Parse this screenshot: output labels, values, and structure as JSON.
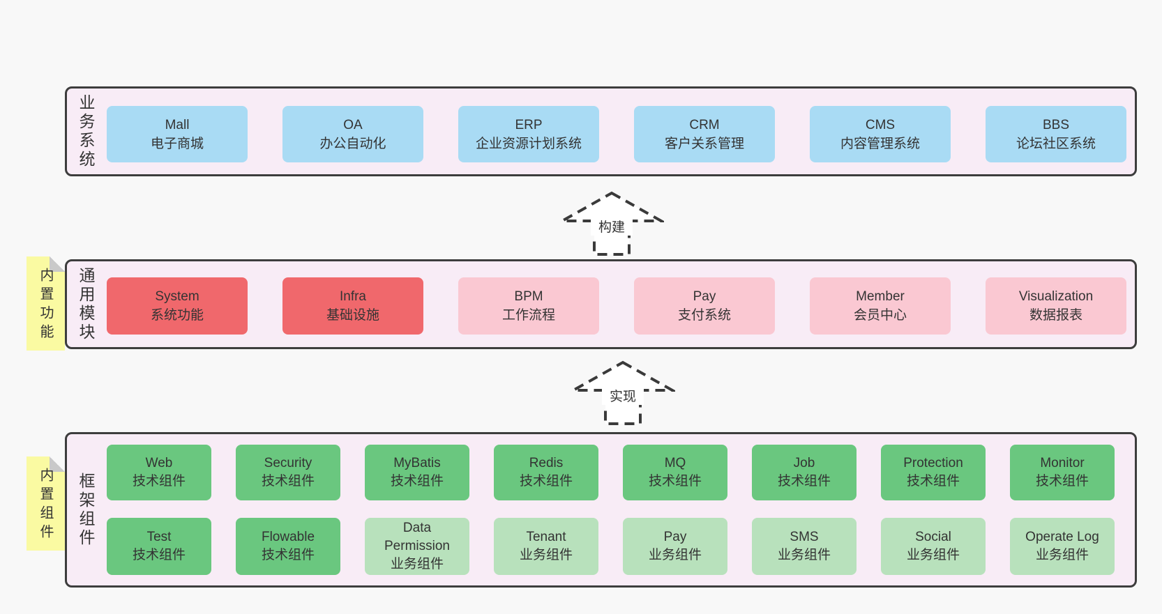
{
  "colors": {
    "page_bg": "#f8f8f8",
    "panel_bg": "#f8ecf6",
    "panel_border": "#3d3d3d",
    "blue_box": "#a9dbf4",
    "red_box": "#f0686c",
    "pink_box": "#fac8d2",
    "green_box": "#6ac77f",
    "light_green_box": "#b8e1bc",
    "sticky_yellow": "#fafaa2",
    "text": "#333333"
  },
  "arrows": [
    {
      "label": "构建"
    },
    {
      "label": "实现"
    }
  ],
  "sections": {
    "business": {
      "label": "业务系统",
      "boxes": [
        {
          "name": "Mall",
          "desc": "电子商城"
        },
        {
          "name": "OA",
          "desc": "办公自动化"
        },
        {
          "name": "ERP",
          "desc": "企业资源计划系统"
        },
        {
          "name": "CRM",
          "desc": "客户关系管理"
        },
        {
          "name": "CMS",
          "desc": "内容管理系统"
        },
        {
          "name": "BBS",
          "desc": "论坛社区系统"
        }
      ]
    },
    "modules": {
      "label": "通用模块",
      "sticky": "内置功能",
      "boxes": [
        {
          "name": "System",
          "desc": "系统功能",
          "variant": "red"
        },
        {
          "name": "Infra",
          "desc": "基础设施",
          "variant": "red"
        },
        {
          "name": "BPM",
          "desc": "工作流程",
          "variant": "pink"
        },
        {
          "name": "Pay",
          "desc": "支付系统",
          "variant": "pink"
        },
        {
          "name": "Member",
          "desc": "会员中心",
          "variant": "pink"
        },
        {
          "name": "Visualization",
          "desc": "数据报表",
          "variant": "pink"
        }
      ]
    },
    "components": {
      "label": "框架组件",
      "sticky": "内置组件",
      "row1": [
        {
          "name": "Web",
          "desc": "技术组件",
          "variant": "green"
        },
        {
          "name": "Security",
          "desc": "技术组件",
          "variant": "green"
        },
        {
          "name": "MyBatis",
          "desc": "技术组件",
          "variant": "green"
        },
        {
          "name": "Redis",
          "desc": "技术组件",
          "variant": "green"
        },
        {
          "name": "MQ",
          "desc": "技术组件",
          "variant": "green"
        },
        {
          "name": "Job",
          "desc": "技术组件",
          "variant": "green"
        },
        {
          "name": "Protection",
          "desc": "技术组件",
          "variant": "green"
        },
        {
          "name": "Monitor",
          "desc": "技术组件",
          "variant": "green"
        }
      ],
      "row2": [
        {
          "name": "Test",
          "desc": "技术组件",
          "variant": "green"
        },
        {
          "name": "Flowable",
          "desc": "技术组件",
          "variant": "green"
        },
        {
          "name": "Data Permission",
          "desc": "业务组件",
          "variant": "light-green"
        },
        {
          "name": "Tenant",
          "desc": "业务组件",
          "variant": "light-green"
        },
        {
          "name": "Pay",
          "desc": "业务组件",
          "variant": "light-green"
        },
        {
          "name": "SMS",
          "desc": "业务组件",
          "variant": "light-green"
        },
        {
          "name": "Social",
          "desc": "业务组件",
          "variant": "light-green"
        },
        {
          "name": "Operate Log",
          "desc": "业务组件",
          "variant": "light-green"
        }
      ]
    }
  }
}
